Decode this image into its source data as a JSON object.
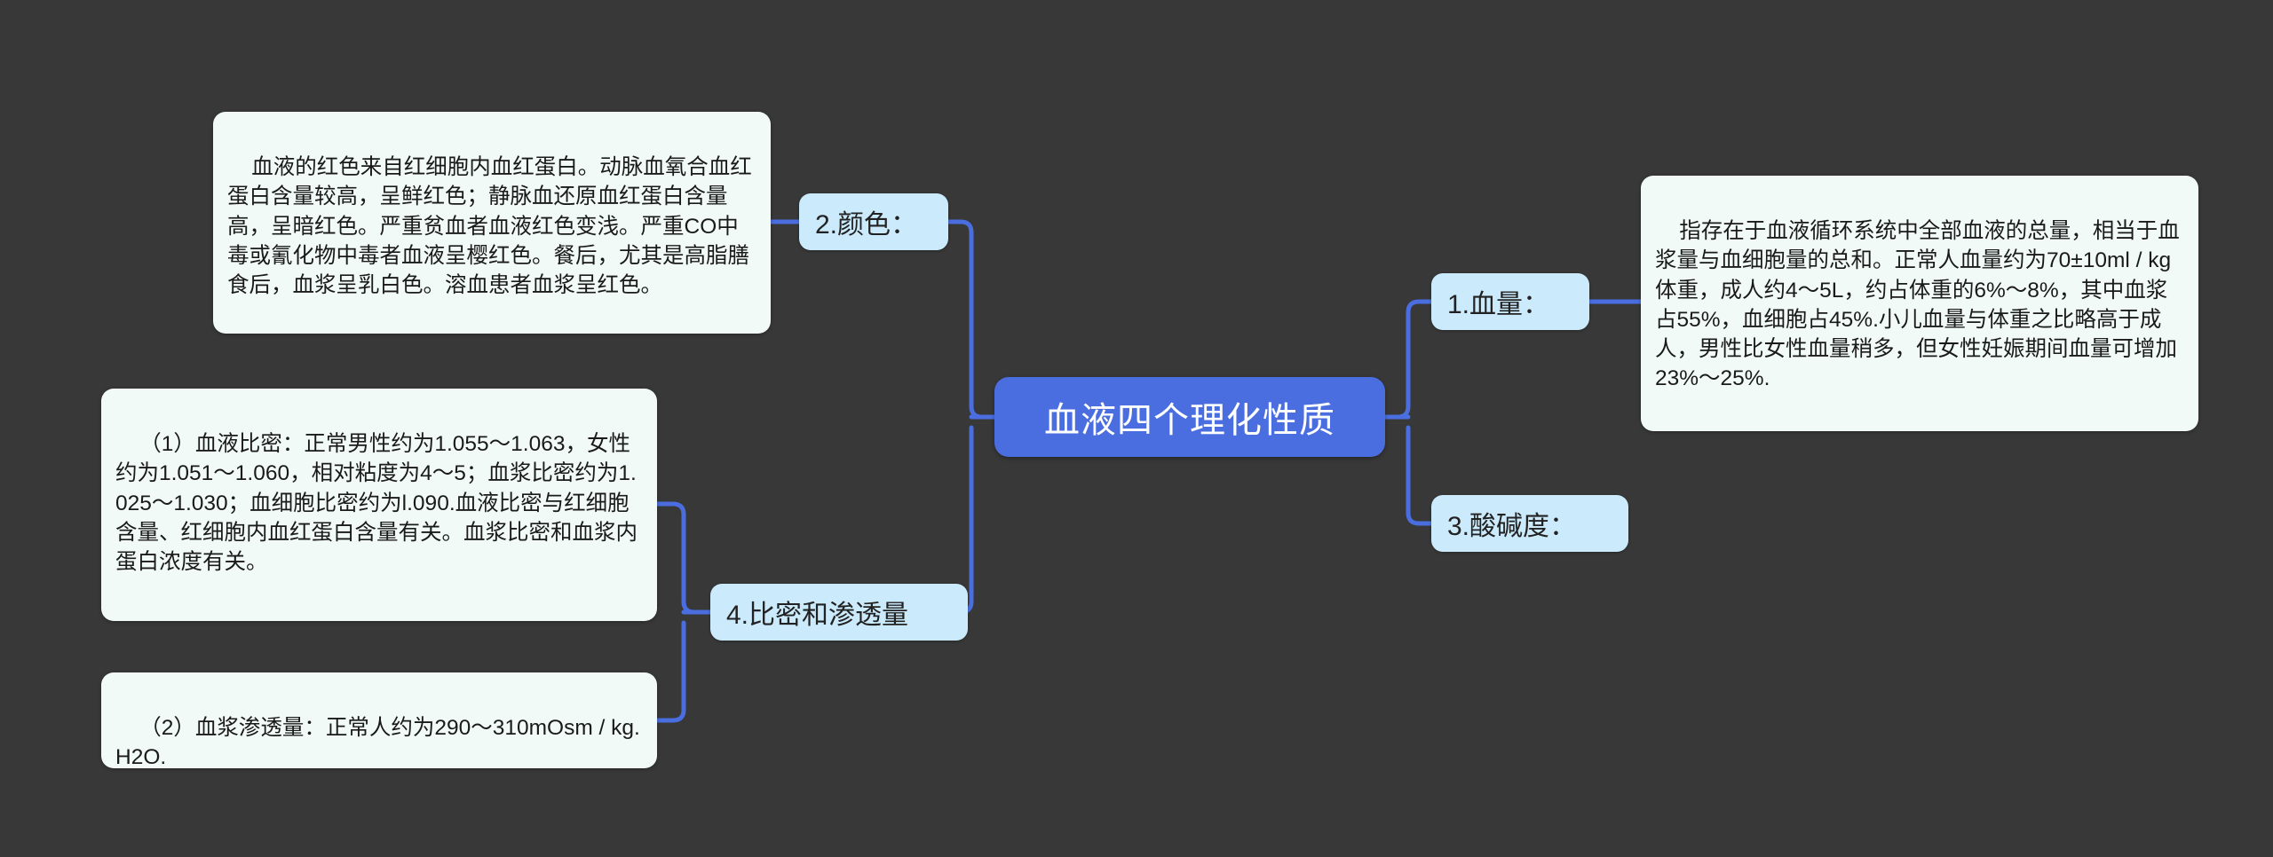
{
  "theme": {
    "background": "#383838",
    "root_fill": "#4a6ee0",
    "root_text": "#ffffff",
    "branch_fill": "#cbeafb",
    "branch_text": "#222222",
    "leaf_fill": "#f2faf8",
    "leaf_text": "#1a1a1a",
    "connector": "#4a6ee0"
  },
  "root": {
    "label": "血液四个理化性质"
  },
  "branches": [
    {
      "id": "color",
      "label": "2.颜色："
    },
    {
      "id": "blood-volume",
      "label": "1.血量："
    },
    {
      "id": "ph",
      "label": "3.酸碱度："
    },
    {
      "id": "density-osmolality",
      "label": "4.比密和渗透量"
    }
  ],
  "leaves": [
    {
      "id": "color-detail",
      "text": "血液的红色来自红细胞内血红蛋白。动脉血氧合血红蛋白含量较高，呈鲜红色；静脉血还原血红蛋白含量高，呈暗红色。严重贫血者血液红色变浅。严重CO中毒或氰化物中毒者血液呈樱红色。餐后，尤其是高脂膳食后，血浆呈乳白色。溶血患者血浆呈红色。"
    },
    {
      "id": "blood-volume-detail",
      "text": "指存在于血液循环系统中全部血液的总量，相当于血浆量与血细胞量的总和。正常人血量约为70±10ml / kg体重，成人约4～5L，约占体重的6%～8%，其中血浆占55%，血细胞占45%.小儿血量与体重之比略高于成人，男性比女性血量稍多，但女性妊娠期间血量可增加23%～25%."
    },
    {
      "id": "density-detail",
      "text": "（1）血液比密：正常男性约为1.055～1.063，女性约为1.051～1.060，相对粘度为4～5；血浆比密约为1.025～1.030；血细胞比密约为l.090.血液比密与红细胞含量、红细胞内血红蛋白含量有关。血浆比密和血浆内蛋白浓度有关。"
    },
    {
      "id": "osmolality-detail",
      "text": "（2）血浆渗透量：正常人约为290～310mOsm / kg.H2O."
    }
  ]
}
